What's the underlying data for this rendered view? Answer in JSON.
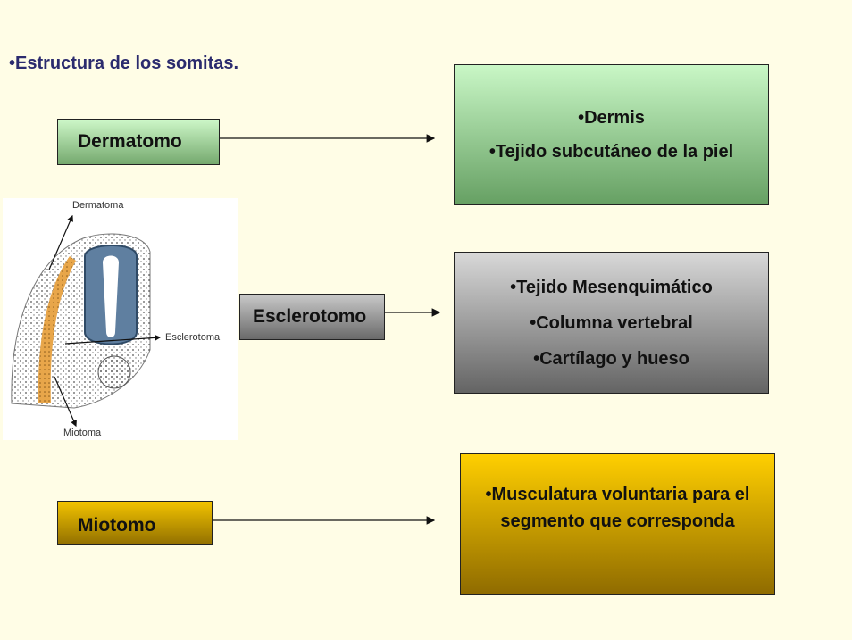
{
  "title": "•Estructura de los somitas.",
  "labels": {
    "dermatomo": "Dermatomo",
    "esclerotomo": "Esclerotomo",
    "miotomo": "Miotomo"
  },
  "dermatomo_content": {
    "line1": "•Dermis",
    "line2": "•Tejido subcutáneo de la piel"
  },
  "esclerotomo_content": {
    "line1": "•Tejido Mesenquimático",
    "line2": "•Columna vertebral",
    "line3": "•Cartílago y hueso"
  },
  "miotomo_content": {
    "text": "•Musculatura  voluntaria para el segmento que corresponda"
  },
  "illustration": {
    "label_top": "Dermatoma",
    "label_middle": "Esclerotoma",
    "label_bottom": "Miotoma"
  },
  "colors": {
    "background": "#fffde6",
    "title": "#2b2b6e",
    "green_top": "#cdf7c8",
    "green_bottom": "#75a96e",
    "gray_top": "#c9c9c9",
    "gray_bottom": "#6a6a6a",
    "gold_top": "#f2c300",
    "gold_bottom": "#927000"
  }
}
